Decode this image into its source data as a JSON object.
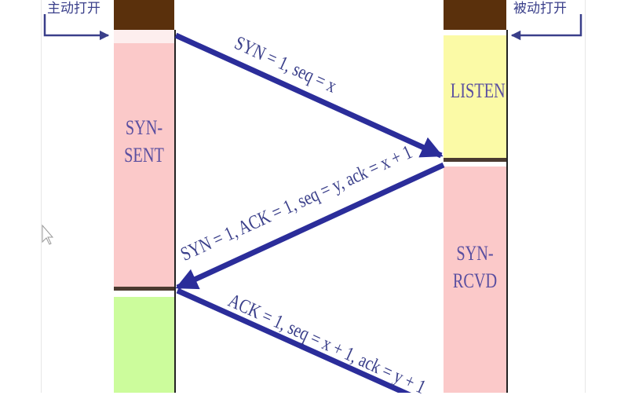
{
  "client": {
    "open_label": "主动打开",
    "states": [
      "SYN-\nSENT",
      ""
    ]
  },
  "server": {
    "open_label": "被动打开",
    "states": [
      "LISTEN",
      "SYN-\nRCVD"
    ]
  },
  "messages": [
    {
      "label": "SYN = 1, seq = x",
      "direction": "client-to-server"
    },
    {
      "label": "SYN = 1, ACK = 1, seq = y, ack = x + 1",
      "direction": "server-to-client"
    },
    {
      "label": "ACK = 1, seq = x + 1, ack = y + 1",
      "direction": "client-to-server"
    }
  ],
  "colors": {
    "arrow": "#2b2d9a",
    "brown": "#5a300c",
    "pink": "#fbc9c9",
    "yellow": "#fbfaa6",
    "green": "#ccfc9c"
  }
}
